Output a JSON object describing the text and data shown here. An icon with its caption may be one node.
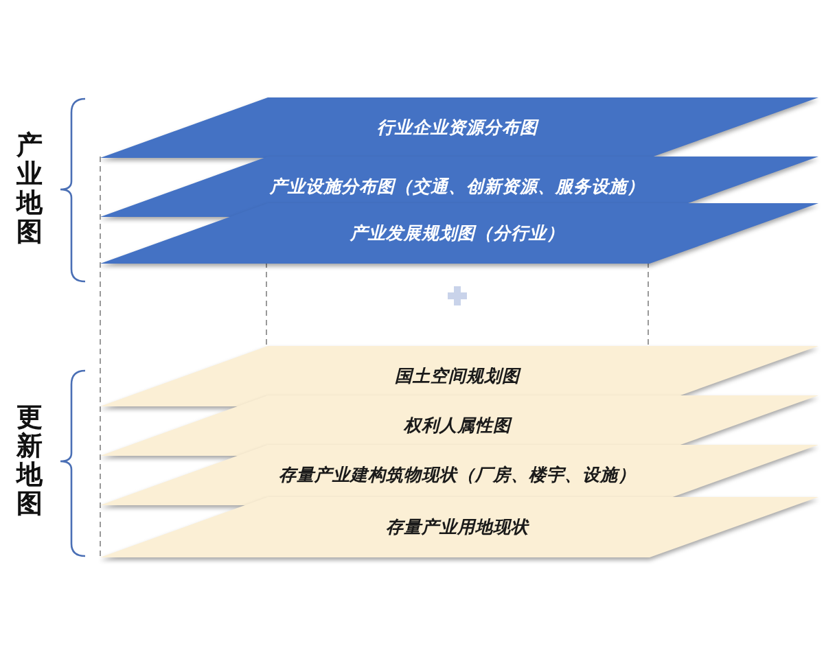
{
  "diagram": {
    "nodes": [
      {
        "text": [
          "行业企业资源分布图"
        ]
      },
      {
        "text": [
          "产业设施分布图（交通、创新资源、服务设施）"
        ]
      },
      {
        "text": [
          "产业发展规划图（分行业）"
        ]
      },
      {
        "text": [
          "国土空间规划图"
        ]
      },
      {
        "text": [
          "权利人属性图"
        ]
      },
      {
        "text": [
          "存量产业建构筑物现状（厂房、楼宇、设施）"
        ]
      },
      {
        "text": [
          "存量产业用地现状"
        ]
      }
    ],
    "labels": [
      "产业地图",
      "更新地图"
    ]
  }
}
